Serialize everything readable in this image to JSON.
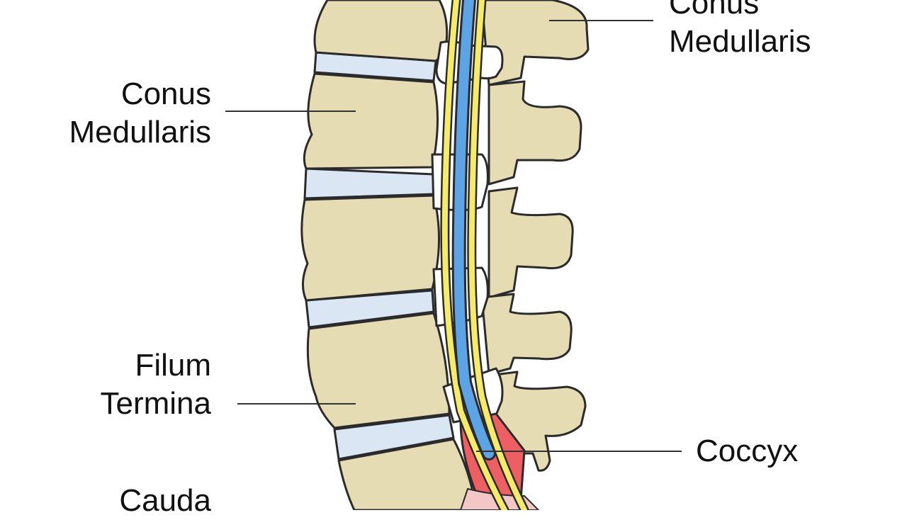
{
  "labels": {
    "top_right": {
      "line1": "Conus",
      "line2": "Medullaris"
    },
    "left_upper": {
      "line1": "Conus",
      "line2": "Medullaris"
    },
    "left_lower": {
      "line1": "Filum",
      "line2": "Termina"
    },
    "right_lower": {
      "line1": "Coccyx"
    },
    "bottom_left": {
      "line1": "Cauda"
    }
  },
  "colors": {
    "bone": "#e6dcb3",
    "bone_outline": "#2b2b2b",
    "disc": "#dbe6f5",
    "nerve_yellow": "#f5ea6a",
    "spinal_cord_blue": "#5da4e6",
    "cauda_red": "#ee5f63",
    "leader_line": "#333333"
  }
}
